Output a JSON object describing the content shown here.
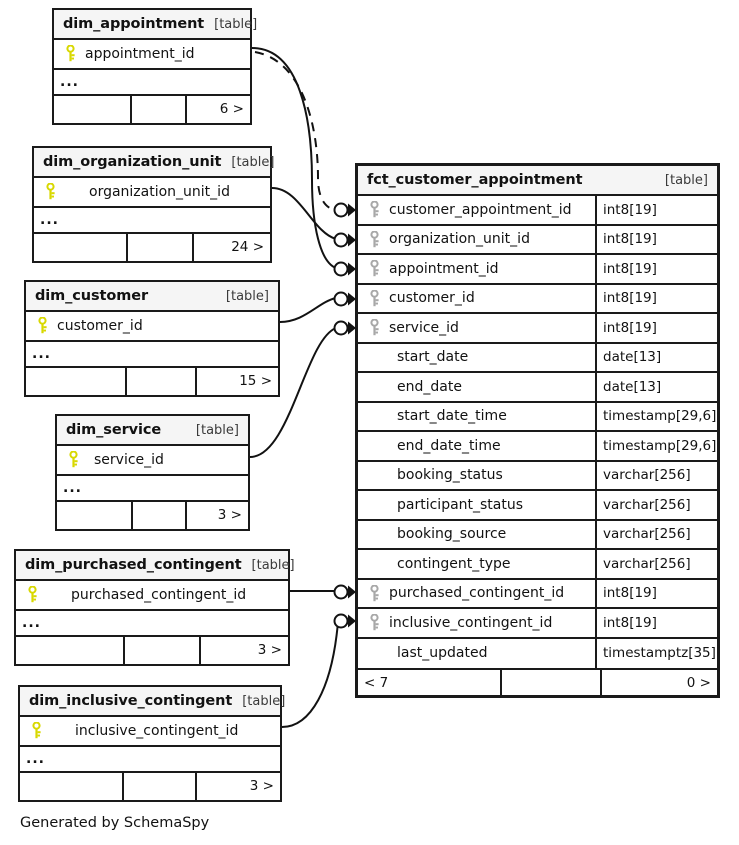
{
  "diagram": {
    "tool_credit": "Generated by SchemaSpy",
    "table_tag": "[table]",
    "ellipsis": "...",
    "colors": {
      "primary_key": "#d8d800",
      "foreign_key": "#a8a8a8",
      "border": "#1a1a1a",
      "header_bg": "#f5f5f5",
      "background": "#ffffff"
    }
  },
  "fact_table": {
    "name": "fct_customer_appointment",
    "tag": "[table]",
    "columns": [
      {
        "name": "customer_appointment_id",
        "type": "int8[19]",
        "key": "foreign-key-icon"
      },
      {
        "name": "organization_unit_id",
        "type": "int8[19]",
        "key": "foreign-key-icon"
      },
      {
        "name": "appointment_id",
        "type": "int8[19]",
        "key": "foreign-key-icon"
      },
      {
        "name": "customer_id",
        "type": "int8[19]",
        "key": "foreign-key-icon"
      },
      {
        "name": "service_id",
        "type": "int8[19]",
        "key": "foreign-key-icon"
      },
      {
        "name": "start_date",
        "type": "date[13]",
        "key": null
      },
      {
        "name": "end_date",
        "type": "date[13]",
        "key": null
      },
      {
        "name": "start_date_time",
        "type": "timestamp[29,6]",
        "key": null
      },
      {
        "name": "end_date_time",
        "type": "timestamp[29,6]",
        "key": null
      },
      {
        "name": "booking_status",
        "type": "varchar[256]",
        "key": null
      },
      {
        "name": "participant_status",
        "type": "varchar[256]",
        "key": null
      },
      {
        "name": "booking_source",
        "type": "varchar[256]",
        "key": null
      },
      {
        "name": "contingent_type",
        "type": "varchar[256]",
        "key": null
      },
      {
        "name": "purchased_contingent_id",
        "type": "int8[19]",
        "key": "foreign-key-icon"
      },
      {
        "name": "inclusive_contingent_id",
        "type": "int8[19]",
        "key": "foreign-key-icon"
      },
      {
        "name": "last_updated",
        "type": "timestamptz[35]",
        "key": null
      }
    ],
    "footer": {
      "left": "< 7",
      "mid": "",
      "right": "0 >"
    }
  },
  "dimension_tables": [
    {
      "name": "dim_appointment",
      "tag": "[table]",
      "column": {
        "name": "appointment_id",
        "key": "primary-key-icon",
        "indented": false
      },
      "ellipsis": "...",
      "footer": {
        "left": "",
        "mid": "",
        "right": "6 >"
      }
    },
    {
      "name": "dim_organization_unit",
      "tag": "[table]",
      "column": {
        "name": "organization_unit_id",
        "key": "primary-key-icon",
        "indented": true
      },
      "ellipsis": "...",
      "footer": {
        "left": "",
        "mid": "",
        "right": "24 >"
      }
    },
    {
      "name": "dim_customer",
      "tag": "[table]",
      "column": {
        "name": "customer_id",
        "key": "primary-key-icon",
        "indented": false
      },
      "ellipsis": "...",
      "footer": {
        "left": "",
        "mid": "",
        "right": "15 >"
      }
    },
    {
      "name": "dim_service",
      "tag": "[table]",
      "column": {
        "name": "service_id",
        "key": "primary-key-icon",
        "indented": false
      },
      "ellipsis": "...",
      "footer": {
        "left": "",
        "mid": "",
        "right": "3 >"
      }
    },
    {
      "name": "dim_purchased_contingent",
      "tag": "[table]",
      "column": {
        "name": "purchased_contingent_id",
        "key": "primary-key-icon",
        "indented": true
      },
      "ellipsis": "...",
      "footer": {
        "left": "",
        "mid": "",
        "right": "3 >"
      }
    },
    {
      "name": "dim_inclusive_contingent",
      "tag": "[table]",
      "column": {
        "name": "inclusive_contingent_id",
        "key": "primary-key-icon",
        "indented": true
      },
      "ellipsis": "...",
      "footer": {
        "left": "",
        "mid": "",
        "right": "3 >"
      }
    }
  ],
  "relationships": [
    {
      "from": "dim_appointment",
      "to_column": "customer_appointment_id",
      "style": "dashed"
    },
    {
      "from": "dim_organization_unit",
      "to_column": "organization_unit_id",
      "style": "solid"
    },
    {
      "from": "dim_appointment",
      "to_column": "appointment_id",
      "style": "solid"
    },
    {
      "from": "dim_customer",
      "to_column": "customer_id",
      "style": "solid"
    },
    {
      "from": "dim_service",
      "to_column": "service_id",
      "style": "solid"
    },
    {
      "from": "dim_purchased_contingent",
      "to_column": "purchased_contingent_id",
      "style": "solid"
    },
    {
      "from": "dim_inclusive_contingent",
      "to_column": "inclusive_contingent_id",
      "style": "solid"
    }
  ]
}
